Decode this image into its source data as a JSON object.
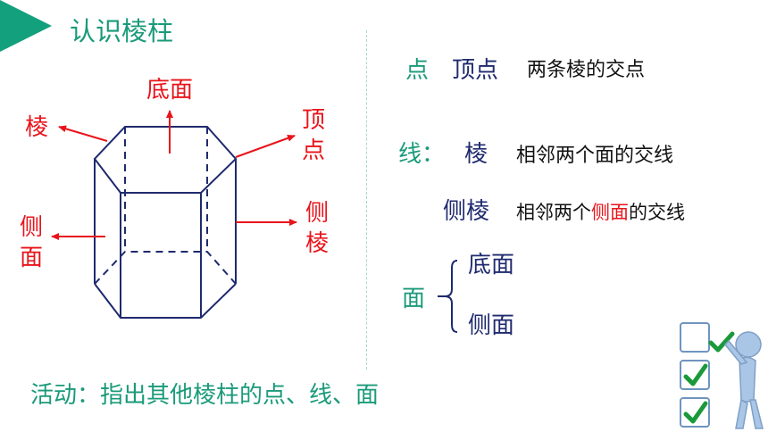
{
  "title": "认识棱柱",
  "labels": {
    "bottom_face": "底面",
    "edge": "棱",
    "vertex": "顶点",
    "lateral_face": "侧面",
    "lateral_edge": "侧棱"
  },
  "definitions": {
    "point_category": "点",
    "point_term": "顶点",
    "point_desc": "两条棱的交点",
    "line_category": "线：",
    "line_term": "棱",
    "line_desc": "相邻两个面的交线",
    "lateral_term": "侧棱",
    "lateral_desc_pre": "相邻两个",
    "lateral_desc_highlight": "侧面",
    "lateral_desc_post": "的交线",
    "face_category": "面",
    "face_items": [
      "底面",
      "侧面"
    ]
  },
  "activity": "活动：指出其他棱柱的点、线、面",
  "colors": {
    "accent_green": "#1a9a7a",
    "label_red": "#e8141b",
    "term_navy": "#1f2a6e",
    "checkbox_blue": "#8fb4dc"
  },
  "icons": [
    "checklist-figure-icon",
    "check-icon"
  ]
}
